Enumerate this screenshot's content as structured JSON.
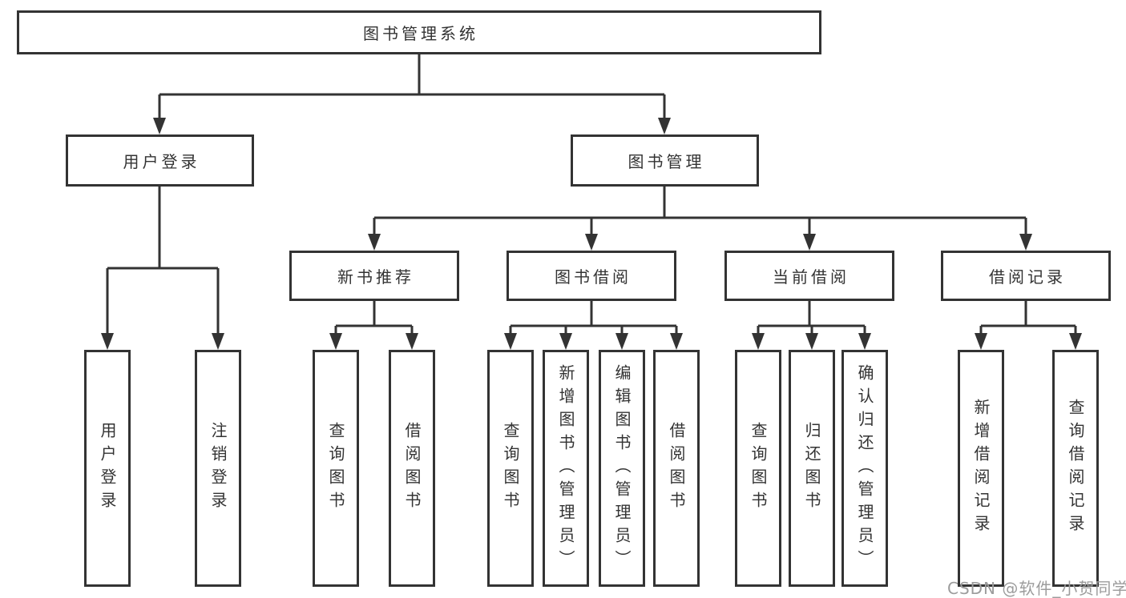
{
  "colors": {
    "line": "#333333",
    "text": "#333333",
    "box_fill": "#ffffff",
    "page_bg": "#ffffff",
    "watermark": "#9c9c9c"
  },
  "tree": {
    "root": {
      "label": "图书管理系统"
    },
    "branches": [
      {
        "label": "用户登录",
        "leaves": [
          {
            "label": "用户登录"
          },
          {
            "label": "注销登录"
          }
        ]
      },
      {
        "label": "图书管理",
        "groups": [
          {
            "label": "新书推荐",
            "leaves": [
              {
                "label": "查询图书"
              },
              {
                "label": "借阅图书"
              }
            ]
          },
          {
            "label": "图书借阅",
            "leaves": [
              {
                "label": "查询图书"
              },
              {
                "label": "新增图书（管理员）"
              },
              {
                "label": "编辑图书（管理员）"
              },
              {
                "label": "借阅图书"
              }
            ]
          },
          {
            "label": "当前借阅",
            "leaves": [
              {
                "label": "查询图书"
              },
              {
                "label": "归还图书"
              },
              {
                "label": "确认归还（管理员）"
              }
            ]
          },
          {
            "label": "借阅记录",
            "leaves": [
              {
                "label": "新增借阅记录"
              },
              {
                "label": "查询借阅记录"
              }
            ]
          }
        ]
      }
    ]
  },
  "watermark": {
    "text": "CSDN @软件_小贺同学"
  }
}
